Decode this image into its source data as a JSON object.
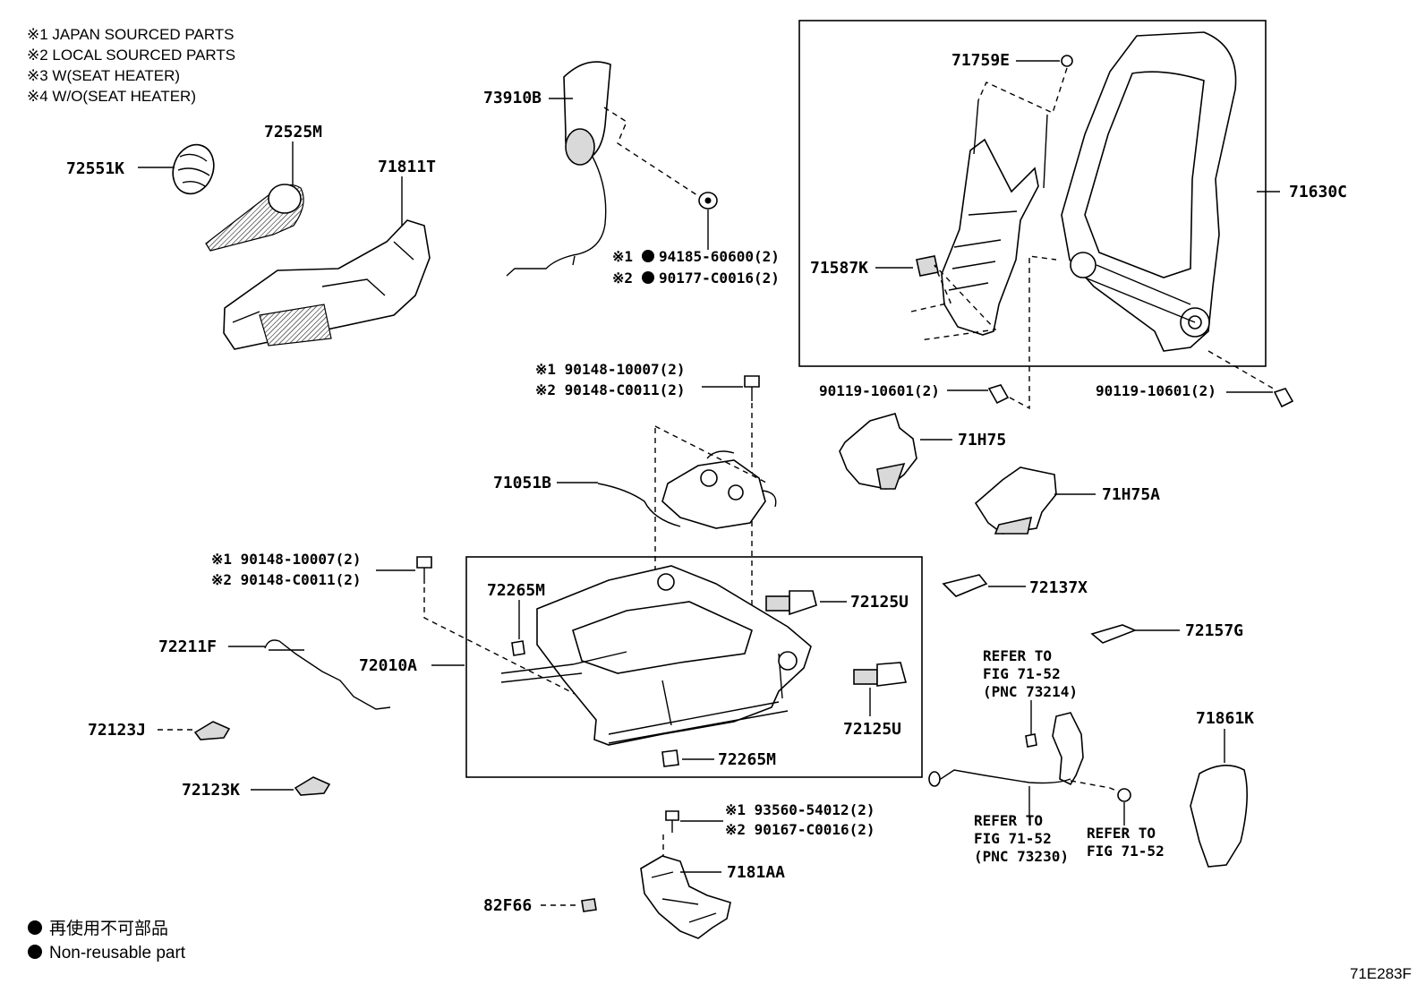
{
  "notes": [
    "※1 JAPAN SOURCED PARTS",
    "※2 LOCAL SOURCED PARTS",
    "※3 W(SEAT HEATER)",
    "※4 W/O(SEAT HEATER)"
  ],
  "legend": {
    "jp": "再使用不可部品",
    "en": "Non-reusable part"
  },
  "figure_code": "71E283F",
  "parts": {
    "p72551K": "72551K",
    "p72525M": "72525M",
    "p71811T": "71811T",
    "p73910B": "73910B",
    "p94185_pre": "※1",
    "p94185": "94185-60600(2)",
    "p90177_pre": "※2",
    "p90177": "90177-C0016(2)",
    "p71759E": "71759E",
    "p71630C": "71630C",
    "p71587K": "71587K",
    "p90119a": "90119-10601(2)",
    "p90119b": "90119-10601(2)",
    "p71H75": "71H75",
    "p71H75A": "71H75A",
    "p90148a1": "※1  90148-10007(2)",
    "p90148a2": "※2  90148-C0011(2)",
    "p71051B": "71051B",
    "p90148b1": "※1  90148-10007(2)",
    "p90148b2": "※2  90148-C0011(2)",
    "p72265M_a": "72265M",
    "p72125U_a": "72125U",
    "p72137X": "72137X",
    "p72211F": "72211F",
    "p72010A": "72010A",
    "p72157G": "72157G",
    "p72125U_b": "72125U",
    "p72123J": "72123J",
    "p72265M_b": "72265M",
    "p71861K": "71861K",
    "p72123K": "72123K",
    "p93560_1": "※1  93560-54012(2)",
    "p90167_2": "※2  90167-C0016(2)",
    "p7181AA": "7181AA",
    "p82F66": "82F66"
  },
  "refers": {
    "r1": [
      "REFER TO",
      "FIG 71-52",
      "(PNC 73214)"
    ],
    "r2": [
      "REFER TO",
      "FIG 71-52",
      "(PNC 73230)"
    ],
    "r3": [
      "REFER TO",
      "FIG 71-52"
    ]
  }
}
